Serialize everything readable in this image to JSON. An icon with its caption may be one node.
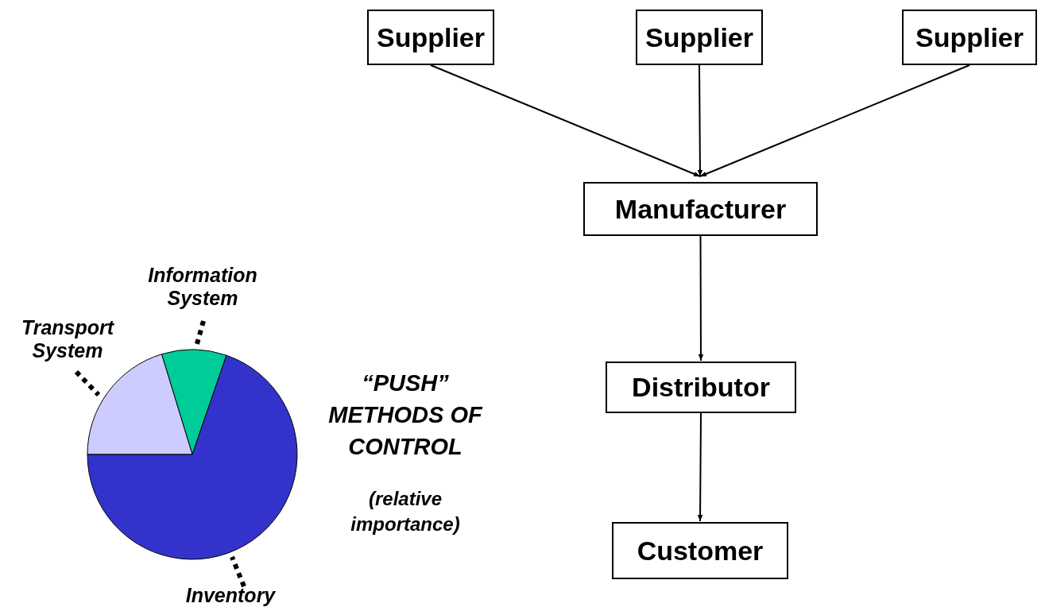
{
  "diagram": {
    "nodes": [
      {
        "text": [
          "Supplier"
        ]
      },
      {
        "text": [
          "Supplier"
        ]
      },
      {
        "text": [
          "Supplier"
        ]
      },
      {
        "text": [
          "Manufacturer"
        ]
      },
      {
        "text": [
          "Distributor"
        ]
      },
      {
        "text": [
          "Customer"
        ]
      },
      {
        "text": [
          "Information System"
        ]
      },
      {
        "text": [
          "Transport System"
        ]
      },
      {
        "text": [
          "Inventory"
        ]
      },
      {
        "text": [],
        "shape": "wedge"
      },
      {
        "text": [],
        "shape": "wedge"
      },
      {
        "text": [],
        "shape": "wedge"
      }
    ],
    "edges": [
      {
        "from": 0,
        "to": 3,
        "arrow": "to"
      },
      {
        "from": 1,
        "to": 3,
        "arrow": "to"
      },
      {
        "from": 2,
        "to": 3,
        "arrow": "to"
      },
      {
        "from": 3,
        "to": 4,
        "arrow": "to"
      },
      {
        "from": 4,
        "to": 5,
        "arrow": "to"
      },
      {
        "from": 6,
        "to": 9,
        "arrow": "none",
        "style": "dashed"
      },
      {
        "from": 7,
        "to": 10,
        "arrow": "none",
        "style": "dashed"
      },
      {
        "from": 8,
        "to": 11,
        "arrow": "none",
        "style": "dashed"
      }
    ],
    "labels": [
      "“PUSH” METHODS OF CONTROL",
      "(relative importance)"
    ]
  }
}
